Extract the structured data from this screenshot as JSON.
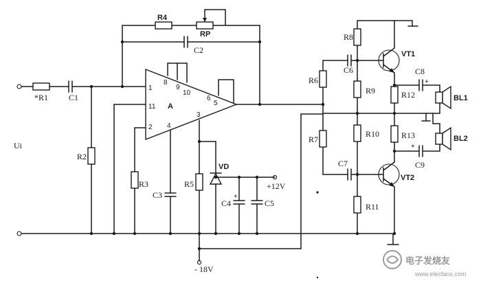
{
  "input_label": "Ui",
  "opamp": {
    "name": "A",
    "pins": [
      "1",
      "2",
      "3",
      "4",
      "5",
      "6",
      "8",
      "9",
      "10",
      "11"
    ]
  },
  "components": {
    "R1": "*R1",
    "R2": "R2",
    "R3": "R3",
    "R4": "R4",
    "R5": "R5",
    "R6": "R6",
    "R7": "R7",
    "R8": "R8",
    "R9": "R9",
    "R10": "R10",
    "R11": "R11",
    "R12": "R12",
    "R13": "R13",
    "RP": "RP",
    "C1": "C1",
    "C2": "C2",
    "C3": "C3",
    "C4": "C4",
    "C5": "C5",
    "C6": "C6",
    "C7": "C7",
    "C8": "C8",
    "C9": "C9",
    "VD": "VD",
    "VT1": "VT1",
    "VT2": "VT2",
    "BL1": "BL1",
    "BL2": "BL2"
  },
  "supplies": {
    "positive": "+12V",
    "negative": "- 18V"
  },
  "polarity_mark": "+",
  "watermark": {
    "brand": "电子发烧友",
    "url": "www.elecfans.com"
  }
}
